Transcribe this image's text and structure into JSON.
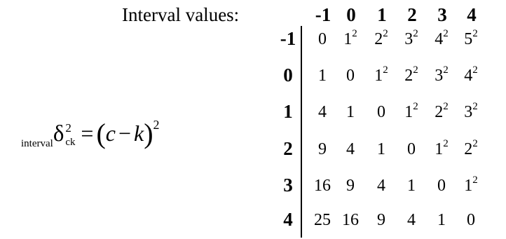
{
  "title": "Interval values:",
  "formula": {
    "prefix_subscript": "interval",
    "symbol": "δ",
    "superscript": "2",
    "subscript": "ck",
    "equals": "=",
    "open_paren": "(",
    "var_c": "c",
    "minus": "−",
    "var_k": "k",
    "close_paren": ")",
    "power": "2"
  },
  "columns": [
    "-1",
    "0",
    "1",
    "2",
    "3",
    "4"
  ],
  "rows": [
    {
      "label": "-1",
      "cells": [
        {
          "base": "0",
          "exp": ""
        },
        {
          "base": "1",
          "exp": "2"
        },
        {
          "base": "2",
          "exp": "2"
        },
        {
          "base": "3",
          "exp": "2"
        },
        {
          "base": "4",
          "exp": "2"
        },
        {
          "base": "5",
          "exp": "2"
        }
      ]
    },
    {
      "label": "0",
      "cells": [
        {
          "base": "1",
          "exp": ""
        },
        {
          "base": "0",
          "exp": ""
        },
        {
          "base": "1",
          "exp": "2"
        },
        {
          "base": "2",
          "exp": "2"
        },
        {
          "base": "3",
          "exp": "2"
        },
        {
          "base": "4",
          "exp": "2"
        }
      ]
    },
    {
      "label": "1",
      "cells": [
        {
          "base": "4",
          "exp": ""
        },
        {
          "base": "1",
          "exp": ""
        },
        {
          "base": "0",
          "exp": ""
        },
        {
          "base": "1",
          "exp": "2"
        },
        {
          "base": "2",
          "exp": "2"
        },
        {
          "base": "3",
          "exp": "2"
        }
      ]
    },
    {
      "label": "2",
      "cells": [
        {
          "base": "9",
          "exp": ""
        },
        {
          "base": "4",
          "exp": ""
        },
        {
          "base": "1",
          "exp": ""
        },
        {
          "base": "0",
          "exp": ""
        },
        {
          "base": "1",
          "exp": "2"
        },
        {
          "base": "2",
          "exp": "2"
        }
      ]
    },
    {
      "label": "3",
      "cells": [
        {
          "base": "16",
          "exp": ""
        },
        {
          "base": "9",
          "exp": ""
        },
        {
          "base": "4",
          "exp": ""
        },
        {
          "base": "1",
          "exp": ""
        },
        {
          "base": "0",
          "exp": ""
        },
        {
          "base": "1",
          "exp": "2"
        }
      ]
    },
    {
      "label": "4",
      "cells": [
        {
          "base": "25",
          "exp": ""
        },
        {
          "base": "16",
          "exp": ""
        },
        {
          "base": "9",
          "exp": ""
        },
        {
          "base": "4",
          "exp": ""
        },
        {
          "base": "1",
          "exp": ""
        },
        {
          "base": "0",
          "exp": ""
        }
      ]
    }
  ]
}
